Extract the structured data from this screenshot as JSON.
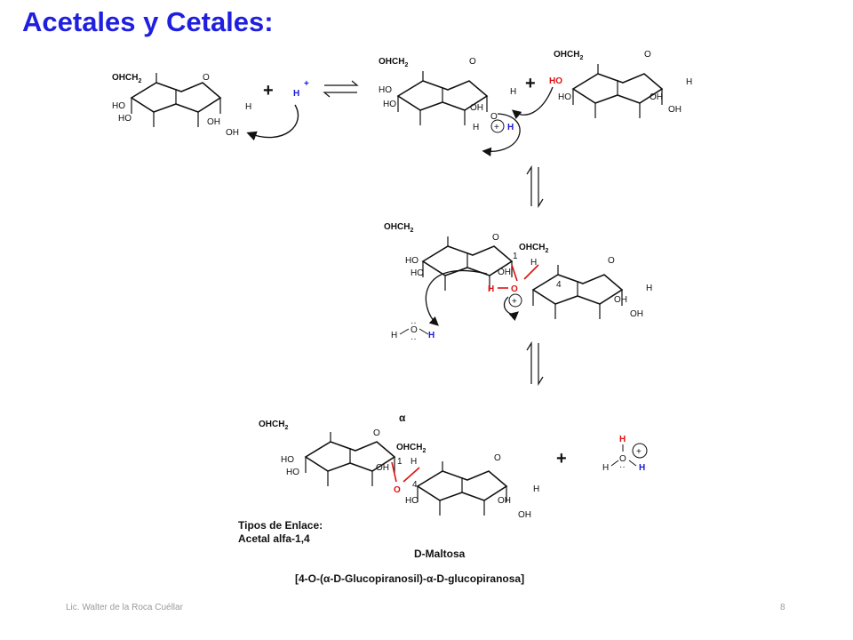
{
  "title": "Acetales y Cetales:",
  "footer": {
    "author": "Lic. Walter de la Roca Cuéllar",
    "page": "8"
  },
  "labels": {
    "ohch2": "OHCH",
    "sub2": "2",
    "ho": "HO",
    "oh": "OH",
    "o": "O",
    "h": "H",
    "plus": "+",
    "hplus": "H",
    "sup_plus": "+",
    "h_minus_o": "H",
    "pos1": "1",
    "pos4": "4",
    "alpha": "α",
    "dots": "··"
  },
  "caption": {
    "bond_type_title": "Tipos de Enlace:",
    "bond_type": "Acetal alfa-1,4",
    "product_name": "D-Maltosa",
    "iupac": "[4-O-(α-D-Glucopiranosil)-α-D-glucopiranosa]"
  }
}
